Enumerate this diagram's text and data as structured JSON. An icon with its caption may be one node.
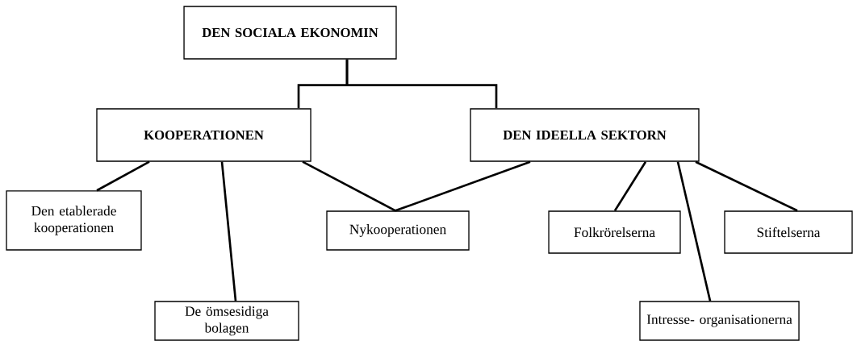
{
  "diagram": {
    "nodes": [
      {
        "text": [
          "DEN SOCIALA EKONOMIN"
        ]
      },
      {
        "text": [
          "KOOPERATIONEN"
        ]
      },
      {
        "text": [
          "DEN IDEELLA SEKTORN"
        ]
      },
      {
        "text": [
          "Den etablerade kooperationen"
        ]
      },
      {
        "text": [
          "De ömsesidiga bolagen"
        ]
      },
      {
        "text": [
          "Nykooperationen"
        ]
      },
      {
        "text": [
          "Folkrörelserna"
        ]
      },
      {
        "text": [
          "Stiftelserna"
        ]
      },
      {
        "text": [
          "Intresse- organisationerna"
        ]
      }
    ],
    "edges": [
      {
        "from": 0,
        "to": 1,
        "arrow": "none"
      },
      {
        "from": 0,
        "to": 2,
        "arrow": "none"
      },
      {
        "from": 1,
        "to": 3,
        "arrow": "none"
      },
      {
        "from": 1,
        "to": 4,
        "arrow": "none"
      },
      {
        "from": 1,
        "to": 5,
        "arrow": "none"
      },
      {
        "from": 2,
        "to": 5,
        "arrow": "none"
      },
      {
        "from": 2,
        "to": 6,
        "arrow": "none"
      },
      {
        "from": 2,
        "to": 8,
        "arrow": "none"
      },
      {
        "from": 2,
        "to": 7,
        "arrow": "none"
      }
    ]
  }
}
